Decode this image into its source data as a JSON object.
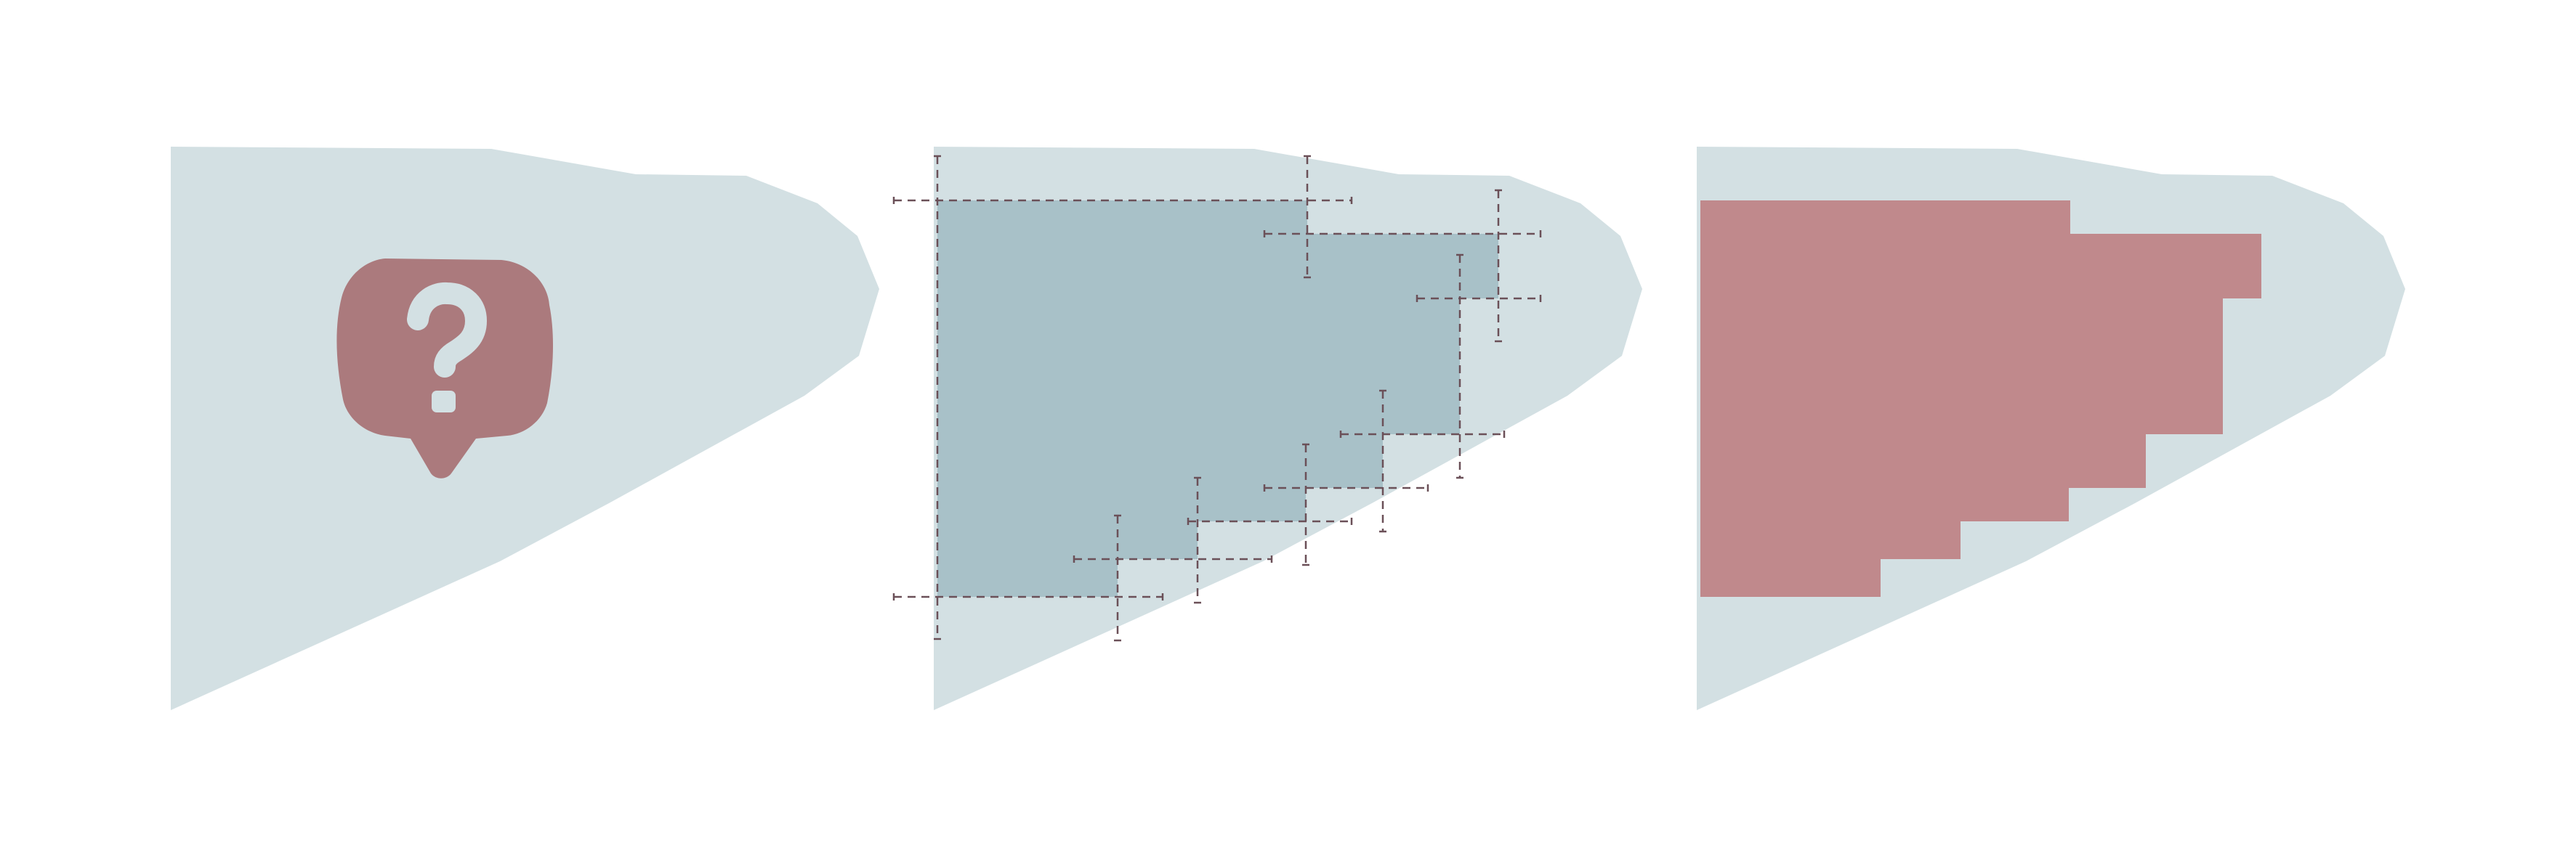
{
  "colors": {
    "background": "#ffffff",
    "polygon_fill": "#d3e0e3",
    "bounding_box_fill": "#a8c1c8",
    "step_fill": "#c0898c",
    "badge_fill": "#ab7a7d",
    "badge_glyph": "#d3e0e3",
    "guide_stroke": "#6b5058"
  },
  "panels": [
    {
      "id": "problem",
      "icon": "question-bubble-icon"
    },
    {
      "id": "construction",
      "icon": null
    },
    {
      "id": "result",
      "icon": null
    }
  ]
}
